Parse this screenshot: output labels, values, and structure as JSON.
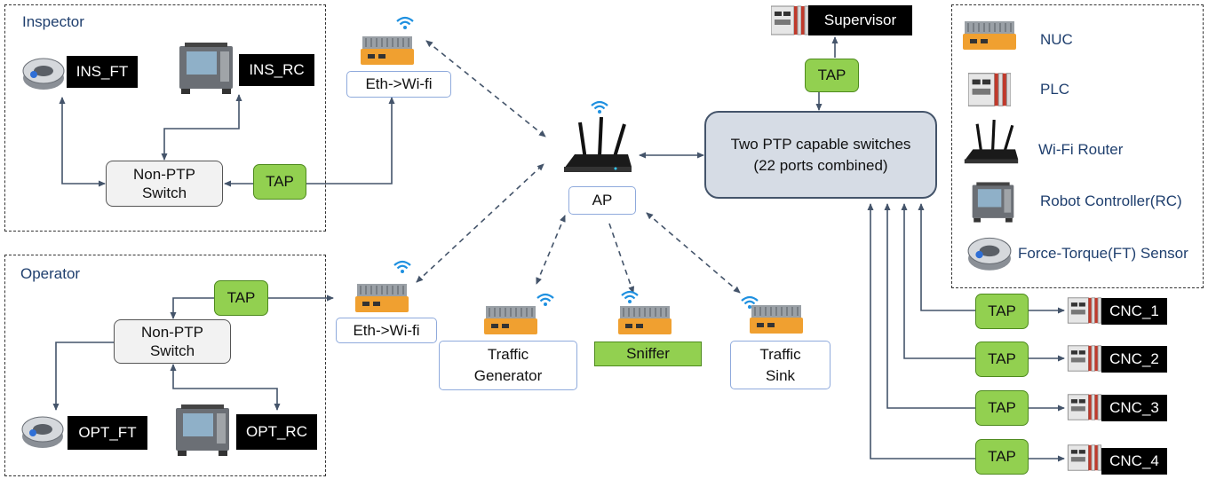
{
  "groups": {
    "inspector": "Inspector",
    "operator": "Operator"
  },
  "inspector": {
    "ft_label": "INS_FT",
    "rc_label": "INS_RC",
    "switch_label": "Non-PTP\nSwitch",
    "tap_label": "TAP",
    "wifi_bridge_label": "Eth->Wi-fi"
  },
  "operator": {
    "ft_label": "OPT_FT",
    "rc_label": "OPT_RC",
    "switch_label": "Non-PTP\nSwitch",
    "tap_label": "TAP",
    "wifi_bridge_label": "Eth->Wi-fi"
  },
  "center": {
    "ap_label": "AP",
    "traffic_generator": "Traffic\nGenerator",
    "sniffer": "Sniffer",
    "traffic_sink": "Traffic\nSink",
    "ptp_switches": "Two PTP capable switches\n(22 ports combined)"
  },
  "supervisor": {
    "label": "Supervisor",
    "tap_label": "TAP"
  },
  "cnc": [
    {
      "tap": "TAP",
      "label": "CNC_1"
    },
    {
      "tap": "TAP",
      "label": "CNC_2"
    },
    {
      "tap": "TAP",
      "label": "CNC_3"
    },
    {
      "tap": "TAP",
      "label": "CNC_4"
    }
  ],
  "legend": [
    {
      "icon": "nuc-icon",
      "label": "NUC"
    },
    {
      "icon": "plc-icon",
      "label": "PLC"
    },
    {
      "icon": "wifi-router-icon",
      "label": "Wi-Fi Router"
    },
    {
      "icon": "robot-controller-icon",
      "label": "Robot Controller(RC)"
    },
    {
      "icon": "ft-sensor-icon",
      "label": "Force-Torque(FT) Sensor"
    }
  ],
  "colors": {
    "tap_green": "#92d050",
    "switch_fill": "#d6dce5",
    "line": "#44546a",
    "wifi_blue": "#1e90e0",
    "nuc_orange": "#f0a030"
  }
}
